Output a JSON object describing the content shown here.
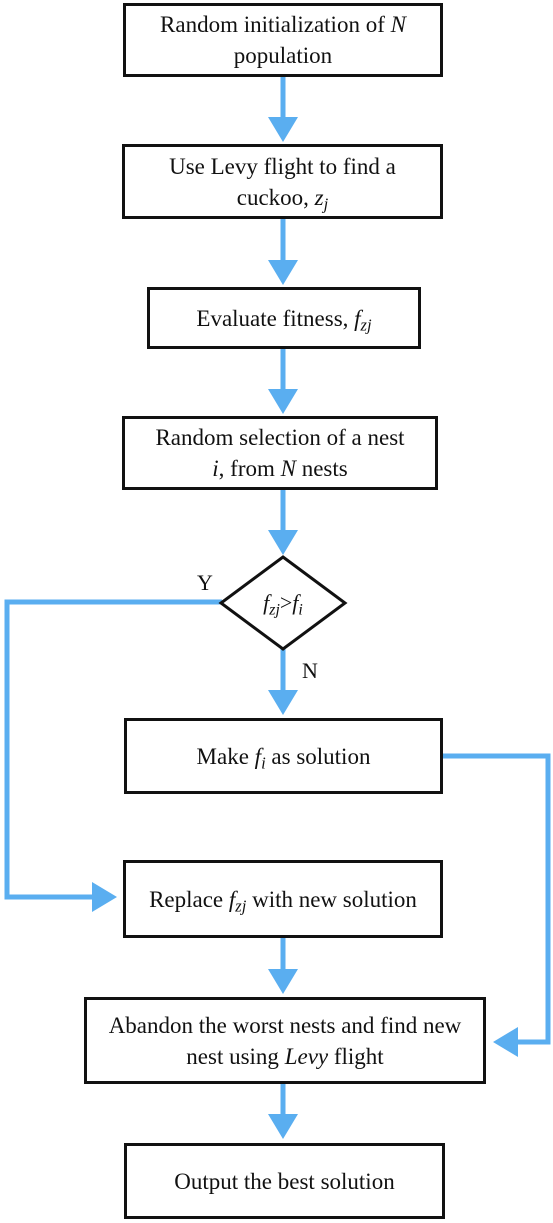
{
  "colors": {
    "arrow": "#5aaef0",
    "border": "#111111",
    "background": "#ffffff"
  },
  "nodes": {
    "init": {
      "pre": "Random initialization of ",
      "var": "N",
      "post": " population"
    },
    "levy": {
      "pre": "Use Levy flight to find a cuckoo, ",
      "var": "z",
      "sub": "j"
    },
    "evaluate": {
      "pre": "Evaluate fitness,",
      "var": "f",
      "sub": "zj"
    },
    "select": {
      "pre": "Random selection of a nest",
      "var_i": "i",
      "mid": ", from ",
      "var_n": "N",
      "post": " nests"
    },
    "decision": {
      "left_var": "f",
      "left_sub": "zj",
      "op": ">",
      "right_var": "f",
      "right_sub": "i"
    },
    "make": {
      "pre": "Make ",
      "var": "f",
      "sub": "i",
      "post": " as solution"
    },
    "replace": {
      "pre": "Replace ",
      "var": "f",
      "sub": "zj",
      "post": " with new solution"
    },
    "abandon": {
      "pre": "Abandon the worst nests and find new nest using ",
      "var": "Levy",
      "post": " flight"
    },
    "output": {
      "text": "Output the best solution"
    }
  },
  "labels": {
    "yes": "Y",
    "no": "N"
  }
}
